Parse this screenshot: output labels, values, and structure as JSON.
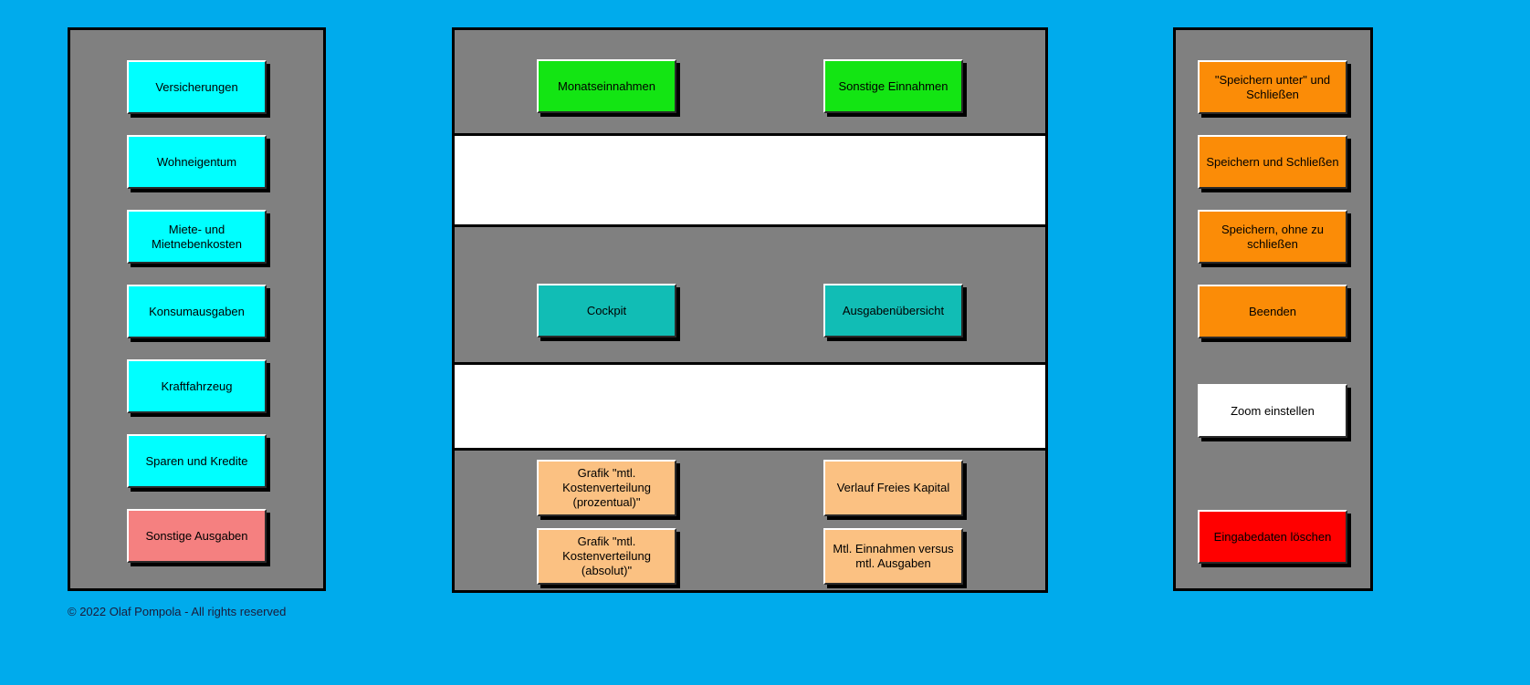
{
  "app": {
    "background_color": "#00ABEC",
    "panel_color": "#808080",
    "copyright": "© 2022 Olaf Pompola - All rights reserved"
  },
  "sidebar_left": {
    "items": [
      {
        "label": "Versicherungen",
        "color": "#00FFFF"
      },
      {
        "label": "Wohneigentum",
        "color": "#00FFFF"
      },
      {
        "label": "Miete- und Mietnebenkosten",
        "color": "#00FFFF"
      },
      {
        "label": "Konsumausgaben",
        "color": "#00FFFF"
      },
      {
        "label": "Kraftfahrzeug",
        "color": "#00FFFF"
      },
      {
        "label": "Sparen und Kredite",
        "color": "#00FFFF"
      },
      {
        "label": "Sonstige Ausgaben",
        "color": "#F58080"
      }
    ]
  },
  "center": {
    "section_income": {
      "buttons": [
        {
          "label": "Monatseinnahmen",
          "color": "#13E513"
        },
        {
          "label": "Sonstige Einnahmen",
          "color": "#13E513"
        }
      ]
    },
    "section_overview": {
      "buttons": [
        {
          "label": "Cockpit",
          "color": "#11BDB5"
        },
        {
          "label": "Ausgabenübersicht",
          "color": "#11BDB5"
        }
      ]
    },
    "section_charts": {
      "buttons": [
        {
          "label": "Grafik \"mtl. Kostenverteilung (prozentual)\"",
          "color": "#FBC182"
        },
        {
          "label": "Verlauf Freies Kapital",
          "color": "#FBC182"
        },
        {
          "label": "Grafik \"mtl. Kostenverteilung (absolut)\"",
          "color": "#FBC182"
        },
        {
          "label": "Mtl. Einnahmen versus mtl. Ausgaben",
          "color": "#FBC182"
        }
      ]
    }
  },
  "sidebar_right": {
    "items": [
      {
        "label": "\"Speichern unter\" und Schließen",
        "color": "#FB8C07"
      },
      {
        "label": "Speichern und Schließen",
        "color": "#FB8C07"
      },
      {
        "label": "Speichern, ohne zu schließen",
        "color": "#FB8C07"
      },
      {
        "label": "Beenden",
        "color": "#FB8C07"
      },
      {
        "label": "Zoom einstellen",
        "color": "#FFFFFF"
      },
      {
        "label": "Eingabedaten löschen",
        "color": "#FF0000"
      }
    ]
  }
}
